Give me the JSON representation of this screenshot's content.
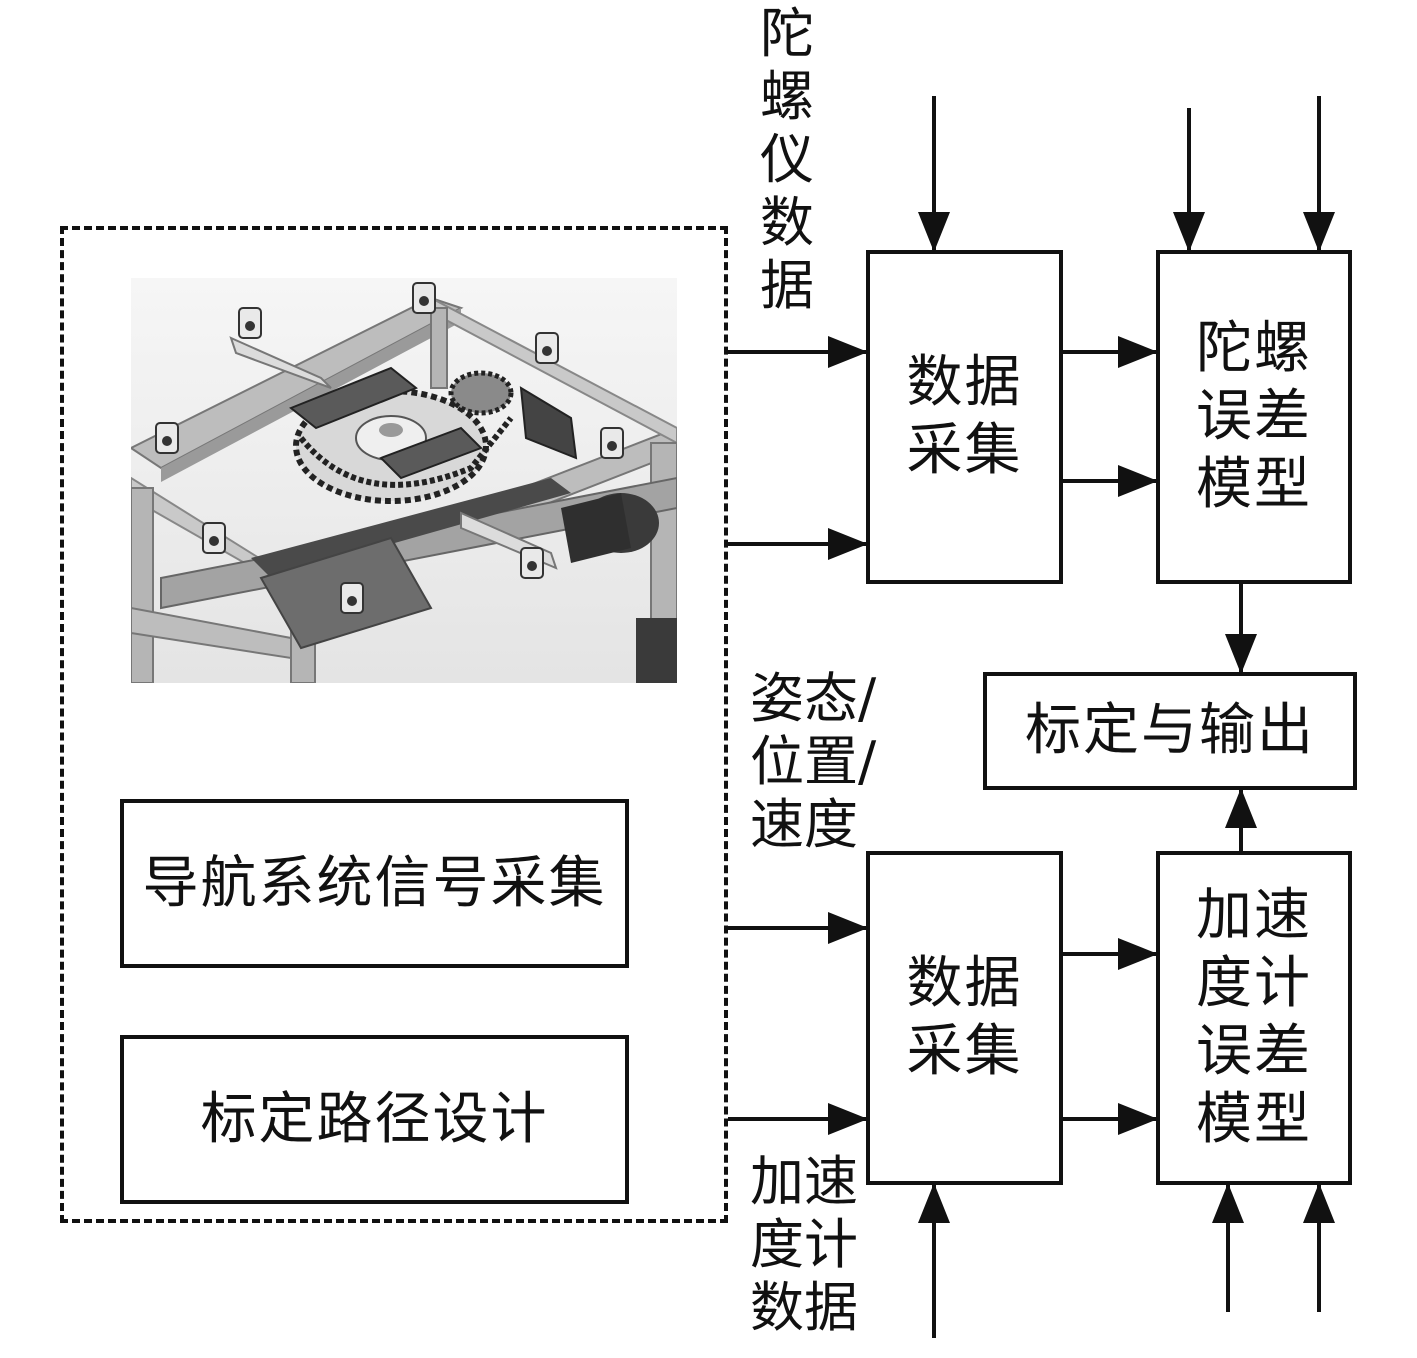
{
  "colors": {
    "ink": "#111111",
    "background": "#ffffff",
    "machine_dark": "#3a3a3a",
    "machine_mid": "#8a8a8a",
    "machine_light": "#cfcfcf"
  },
  "icons": {
    "turntable": "turntable-rig-illustration",
    "arrow": "arrowhead"
  },
  "left_panel": {
    "nav_box": "导航系统信号采集",
    "path_box": "标定路径设计"
  },
  "labels": {
    "gyro_data": "陀\n螺\n仪\n数\n据",
    "attitude": "姿态/\n位置/\n速度",
    "accel_data": "加速\n度计\n数据"
  },
  "gyro_branch": {
    "acquire": "数据\n采集",
    "model": "陀螺\n误差\n模型"
  },
  "accel_branch": {
    "acquire": "数据\n采集",
    "model": "加速\n度计\n误差\n模型"
  },
  "output_box": "标定与输出"
}
